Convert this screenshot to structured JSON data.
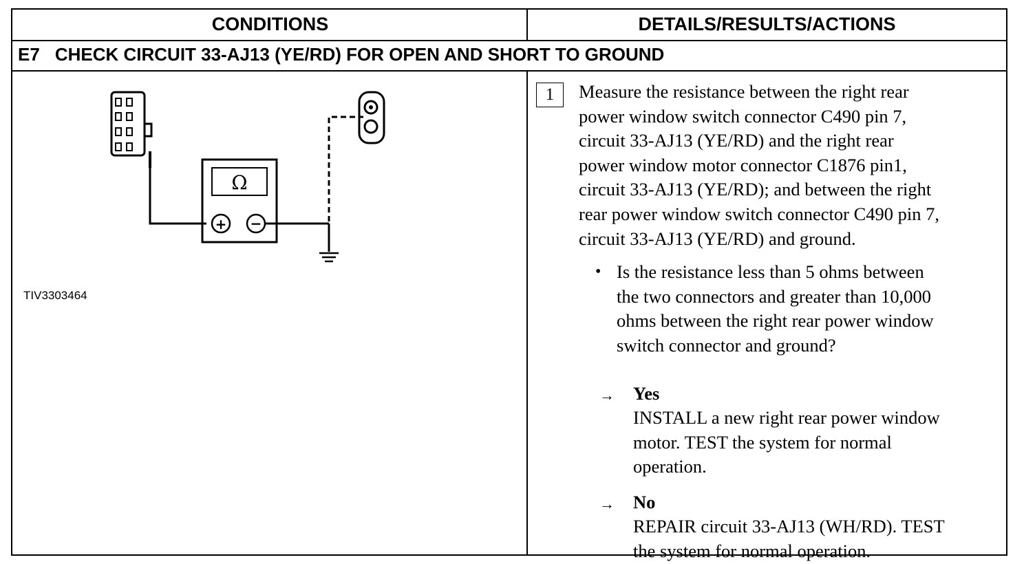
{
  "header": {
    "conditions": "CONDITIONS",
    "details": "DETAILS/RESULTS/ACTIONS"
  },
  "step": {
    "code": "E7",
    "title": "CHECK CIRCUIT 33-AJ13 (YE/RD) FOR OPEN AND SHORT TO GROUND"
  },
  "figure": {
    "id": "TIV3303464",
    "meter_symbol": "Ω",
    "plus": "+",
    "minus": "−",
    "icons": [
      "connector-icon",
      "ohmmeter-icon",
      "ground-icon",
      "motor-connector-icon"
    ]
  },
  "instruction": {
    "number": "1",
    "text": "Measure the resistance between the right rear\npower window switch connector C490 pin 7,\ncircuit 33-AJ13 (YE/RD) and the right rear\npower window motor connector C1876 pin1,\ncircuit 33-AJ13 (YE/RD); and between the right\nrear power window switch connector C490 pin 7,\ncircuit 33-AJ13 (YE/RD) and ground.",
    "question": "Is the resistance less than 5 ohms between\nthe two connectors and greater than 10,000\nohms between the right rear power window\nswitch connector and ground?",
    "bullet": "•",
    "arrow": "→",
    "yes": {
      "label": "Yes",
      "text": "INSTALL a new right rear power window\nmotor. TEST the system for normal\noperation."
    },
    "no": {
      "label": "No",
      "text": "REPAIR circuit 33-AJ13 (WH/RD). TEST\nthe system for normal operation."
    }
  }
}
